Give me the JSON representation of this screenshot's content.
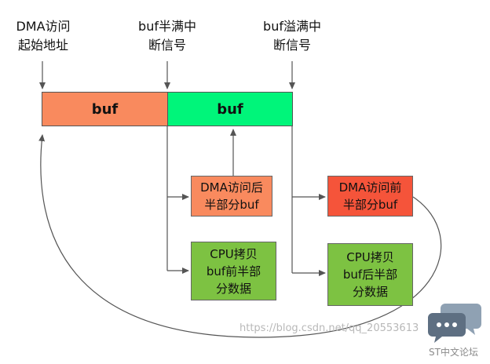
{
  "labels": {
    "dma_start": [
      "DMA访问",
      "起始地址"
    ],
    "half_full": [
      "buf半满中",
      "断信号"
    ],
    "overflow": [
      "buf溢满中",
      "断信号"
    ]
  },
  "buffer": {
    "left": "buf",
    "right": "buf"
  },
  "boxes": {
    "dma_back_half": [
      "DMA访问后",
      "半部分buf"
    ],
    "dma_front_half": [
      "DMA访问前",
      "半部分buf"
    ],
    "cpu_copy_front": [
      "CPU拷贝",
      "buf前半部",
      "分数据"
    ],
    "cpu_copy_back": [
      "CPU拷贝",
      "buf后半部",
      "分数据"
    ]
  },
  "colors": {
    "orange": "#F98A5E",
    "green": "#00F57A",
    "red_orange": "#F5543A",
    "cpu_green": "#7DC242"
  },
  "watermark": "https://blog.csdn.net/qq_20553613",
  "logo": {
    "text": "ST中文论坛",
    "icon": "chat-bubbles-icon"
  }
}
